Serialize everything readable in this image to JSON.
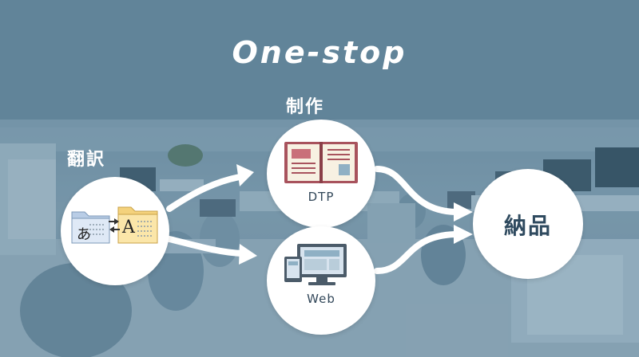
{
  "title": "One-stop",
  "labels": {
    "translation": "翻訳",
    "production": "制作"
  },
  "nodes": {
    "dtp": "DTP",
    "web": "Web",
    "delivery": "納品"
  },
  "translation_icon": {
    "source_glyph": "あ",
    "target_glyph": "A"
  },
  "colors": {
    "background": "#7e9bae",
    "circle": "#ffffff",
    "node_text": "#33485a",
    "book_cover": "#a8535d",
    "folder": "#f2c96b"
  }
}
